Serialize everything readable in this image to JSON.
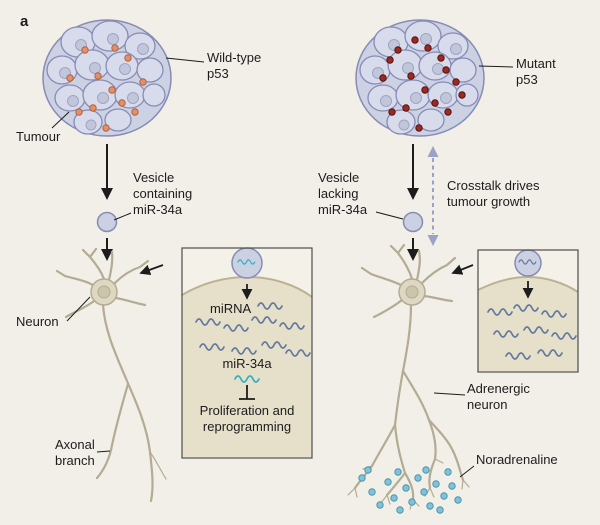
{
  "figure": {
    "panel_label": "a"
  },
  "labels": {
    "tumour": "Tumour",
    "wild_type_p53": "Wild-type\np53",
    "mutant_p53": "Mutant\np53",
    "vesicle_containing": "Vesicle\ncontaining\nmiR-34a",
    "vesicle_lacking": "Vesicle\nlacking\nmiR-34a",
    "crosstalk": "Crosstalk drives\ntumour growth",
    "neuron": "Neuron",
    "axonal_branch": "Axonal\nbranch",
    "adrenergic_neuron": "Adrenergic\nneuron",
    "noradrenaline": "Noradrenaline"
  },
  "inset_left": {
    "mirna_label": "miRNA",
    "mir34a_label": "miR-34a",
    "effect_label": "Proliferation and\nreprogramming"
  },
  "colors": {
    "wild_type_p53_dot": "#e2906b",
    "mutant_p53_dot": "#9c2a22",
    "mir34a_teal": "#2fb0bd",
    "mirna_blue": "#64799e",
    "noradrenaline_dot": "#7fc3d9",
    "crosstalk_arrow": "#9ba1c8",
    "vesicle_fill": "#cbd0e3",
    "neuron_stroke": "#b3ab92"
  }
}
